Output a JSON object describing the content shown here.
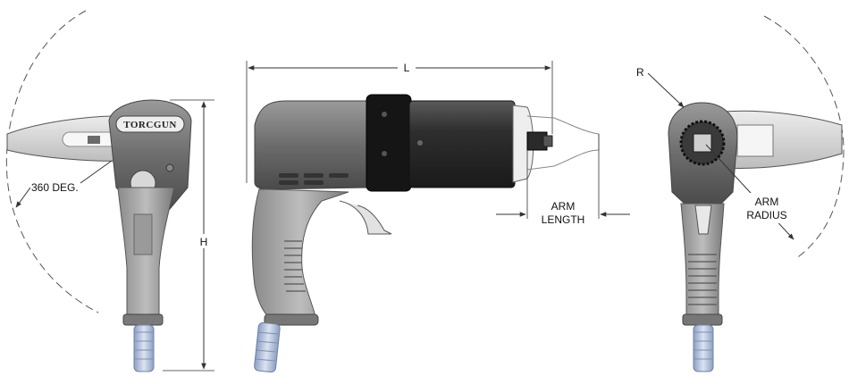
{
  "labels": {
    "degrees": "360 DEG.",
    "height": "H",
    "length": "L",
    "arm_length_1": "ARM",
    "arm_length_2": "LENGTH",
    "radius": "R",
    "arm_radius_1": "ARM",
    "arm_radius_2": "RADIUS"
  },
  "brand": "TORCGUN",
  "colors": {
    "body_dark": "#3a3a3a",
    "body_mid": "#7a7a7a",
    "body_light": "#c8c8c8",
    "reaction_arm": "#d9d9d9",
    "hose_blue": "#a9b9d6",
    "hose_light": "#dbe3f0",
    "outline": "#555555",
    "dimension_line": "#333333",
    "arc_dash": "#555555"
  }
}
